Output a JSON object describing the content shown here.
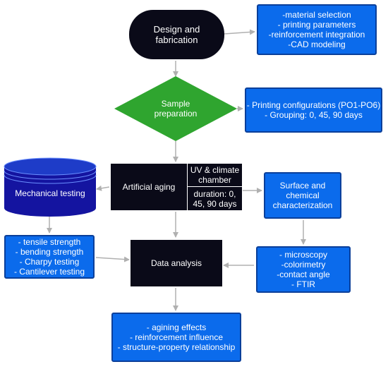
{
  "nodes": {
    "design": "Design and\nfabrication",
    "sample": "Sample\npreparation",
    "aging": "Artificial aging",
    "uv_top": "UV & climate\nchamber",
    "uv_bottom": "duration: 0,\n45, 90 days",
    "mechanical": "Mechanical testing",
    "data_analysis": "Data analysis",
    "surface": "Surface and\nchemical\ncharacterization"
  },
  "boxes": {
    "design_details": "-material selection\n- printing parameters\n-reinforcement integration\n-CAD modeling",
    "sample_details": "- Printing configurations (PO1-PO6)\n- Grouping: 0, 45, 90 days",
    "mechanical_details": "- tensile strength\n- bending strength\n- Charpy testing\n- Cantilever testing",
    "surface_details": "- microscopy\n-colorimetry\n-contact angle\n- FTIR",
    "results": "- agining effects\n- reinforcement influence\n- structure-property relationship"
  },
  "colors": {
    "blue_box": "#0b6bec",
    "blue_border": "#0a3f9a",
    "dark_node": "#0a0a18",
    "diamond": "#2fa52f",
    "arrow": "#b0b0b0"
  }
}
